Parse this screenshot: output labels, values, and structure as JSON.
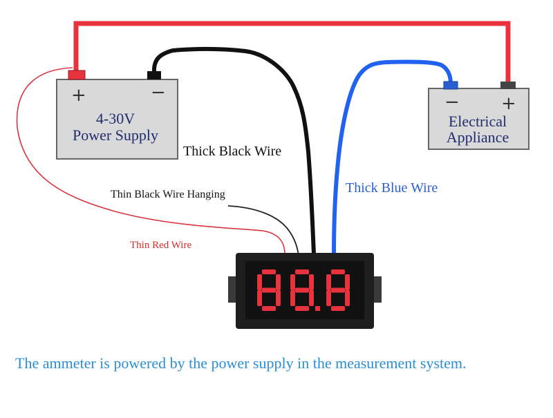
{
  "power_supply": {
    "plus_sign": "+",
    "minus_sign": "−",
    "label_line1": "4-30V",
    "label_line2": "Power Supply"
  },
  "appliance": {
    "minus_sign": "−",
    "plus_sign": "+",
    "label_line1": "Electrical",
    "label_line2": "Appliance"
  },
  "wires": {
    "thick_black": "Thick Black Wire",
    "thin_black": "Thin Black Wire Hanging",
    "thin_red": "Thin Red Wire",
    "thick_blue": "Thick Blue Wire"
  },
  "display": {
    "readout": "88.8"
  },
  "caption": "The ammeter is powered by the power supply in the measurement system.",
  "colors": {
    "red_wire": "#e8333f",
    "thin_red_wire": "#d9333f",
    "blue_wire": "#2262f0",
    "label_blue": "#2a5fd0",
    "label_red": "#d52b2b",
    "segment_red": "#e8333f",
    "box_fill": "#d9d9d9",
    "caption_blue": "#2a8ed6"
  }
}
